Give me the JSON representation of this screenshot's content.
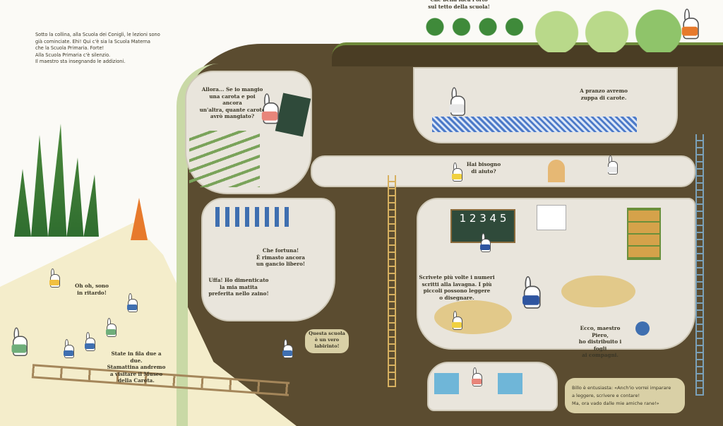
{
  "texts": {
    "intro": "Sotto la collina, alla Scuola dei Conigli, le lezioni sono\ngià cominciate. Ehi! Qui c'è sia la Scuola Materna\nche la Scuola Primaria. Forte!\nAlla Scuola Primaria c'è silenzio.\nIl maestro sta insegnando le addizioni.",
    "roof_garden": "Che bella idea l'orto\nsul tetto della scuola!",
    "math_question": "Allora... Se io mangio\nuna carota e poi ancora\nun'altra, quante carote\navrò mangiato?",
    "lunch": "A pranzo avremo\nzuppa di carote.",
    "help": "Hai bisogno\ndi aiuto?",
    "lucky": "Che fortuna!\nÈ rimasto ancora\nun gancio libero!",
    "forgot_pencil": "Uffa! Ho dimenticato\nla mia matita\npreferita nello zaino!",
    "write_numbers": "Scrivete più volte i numeri\nscritti alla lavagna. I più\npiccoli possono leggere\no disegnare.",
    "sheets": "Ecco, maestro Piero,\nho distribuito i fogli\nai compagni.",
    "labyrinth": "Questa scuola\nè un vero\nlabirinto!",
    "late": "Oh oh, sono\nin ritardo!",
    "line_up": "State in fila due a due.\nStamattina andremo\na visitare il Museo\ndella Carota.",
    "billo": "Billo è entusiasta: «Anch'io vorrei imparare\na leggere, scrivere e contare!\nMa, ora vado dalle mie amiche rane!»"
  },
  "blackboard_numbers": "1 2 3 4 5",
  "colors": {
    "soil": "#5b4c30",
    "room": "#e9e5dc",
    "meadow": "#f4edcb",
    "grass": "#6f8a3a",
    "board": "#2f4a3a",
    "table": "#e2c98a"
  }
}
